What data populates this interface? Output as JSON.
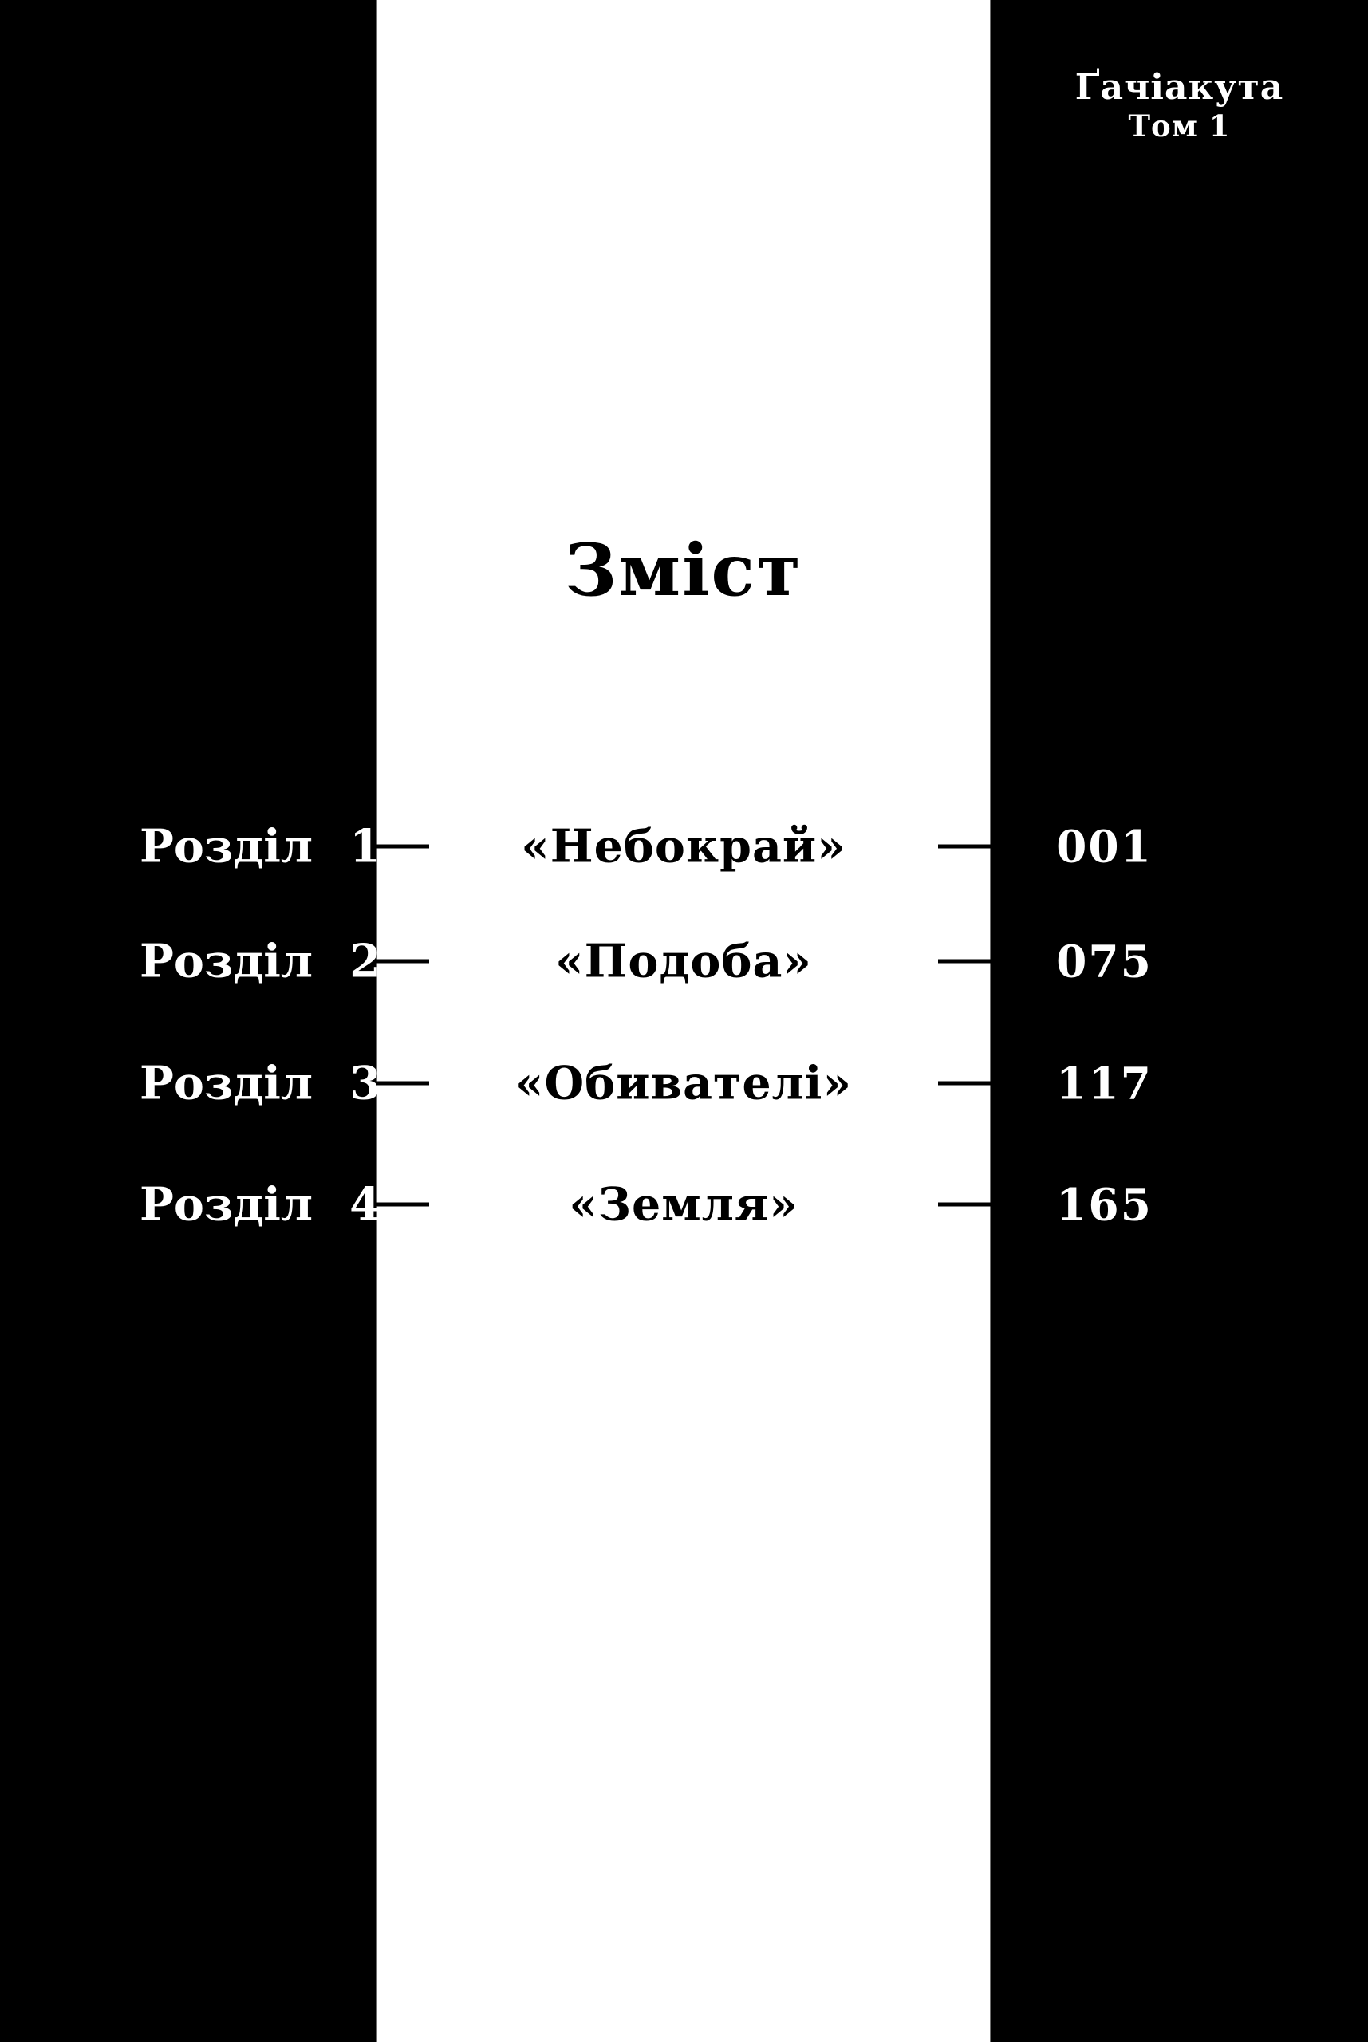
{
  "header": {
    "series": "Ґачіакута",
    "volume": "Том 1"
  },
  "title": "Зміст",
  "toc": [
    {
      "label": "Розділ",
      "number": "1",
      "title": "«Небокрай»",
      "page": "001"
    },
    {
      "label": "Розділ",
      "number": "2",
      "title": "«Подоба»",
      "page": "075"
    },
    {
      "label": "Розділ",
      "number": "3",
      "title": "«Обивателі»",
      "page": "117"
    },
    {
      "label": "Розділ",
      "number": "4",
      "title": "«Земля»",
      "page": "165"
    }
  ],
  "colors": {
    "background": "#000000",
    "panel": "#ffffff",
    "text_on_dark": "#ffffff",
    "text_on_light": "#000000",
    "connector_line": "#000000",
    "panel_edge": "#6e6e6e"
  }
}
